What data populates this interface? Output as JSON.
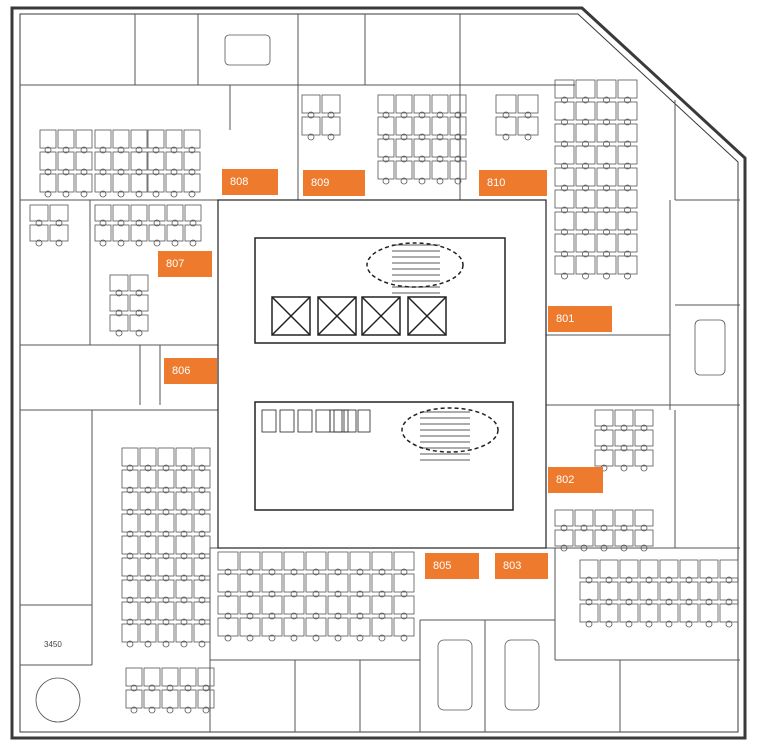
{
  "colors": {
    "label_fill": "#ee7a2d",
    "label_text": "#ffffff",
    "wall": "#3a3a3a",
    "line": "#666666"
  },
  "rooms": [
    {
      "id": "801",
      "label": "801"
    },
    {
      "id": "802",
      "label": "802"
    },
    {
      "id": "803",
      "label": "803"
    },
    {
      "id": "805",
      "label": "805"
    },
    {
      "id": "806",
      "label": "806"
    },
    {
      "id": "807",
      "label": "807"
    },
    {
      "id": "808",
      "label": "808"
    },
    {
      "id": "809",
      "label": "809"
    },
    {
      "id": "810",
      "label": "810"
    }
  ],
  "dimension_note": "3450"
}
